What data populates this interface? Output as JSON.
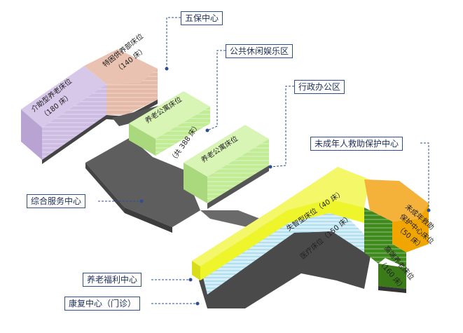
{
  "callouts": {
    "wubao": "五保中心",
    "gongong": "公共休闲娱乐区",
    "xingzheng": "行政办公区",
    "weichengnian": "未成年人救助保护中心",
    "zonghe": "综合服务中心",
    "yanglao_fuli": "养老福利中心",
    "kangfu": "康复中心（门诊）"
  },
  "masses": {
    "tekun": "特困供养部床位",
    "tekun_count": "（140 床）",
    "jieneng": "介助型养老床位",
    "jieneng_count": "（180 床）",
    "gongyu1": "养老公寓床位",
    "gongyu_total": "（共 388 床）",
    "gongyu2": "养老公寓床位",
    "shineng": "失智型床位（40 床）",
    "yiliao": "医疗床位（150 床）",
    "weichengnian_mass": "未成年救助",
    "weichengnian_mass2": "保护中心床位",
    "weichengnian_count": "（50 床）",
    "gaoduan": "高端养老床位",
    "gaoduan_count": "（160 床）"
  },
  "colors": {
    "leader": "#2e4f8f",
    "purple": "#c8b5de",
    "pink": "#e2b3a0",
    "green": "#c2eb96",
    "yellow": "#eef52a",
    "orange": "#f0a500",
    "darkgreen": "#3f8a1c",
    "gray": "#5e5e5e"
  }
}
